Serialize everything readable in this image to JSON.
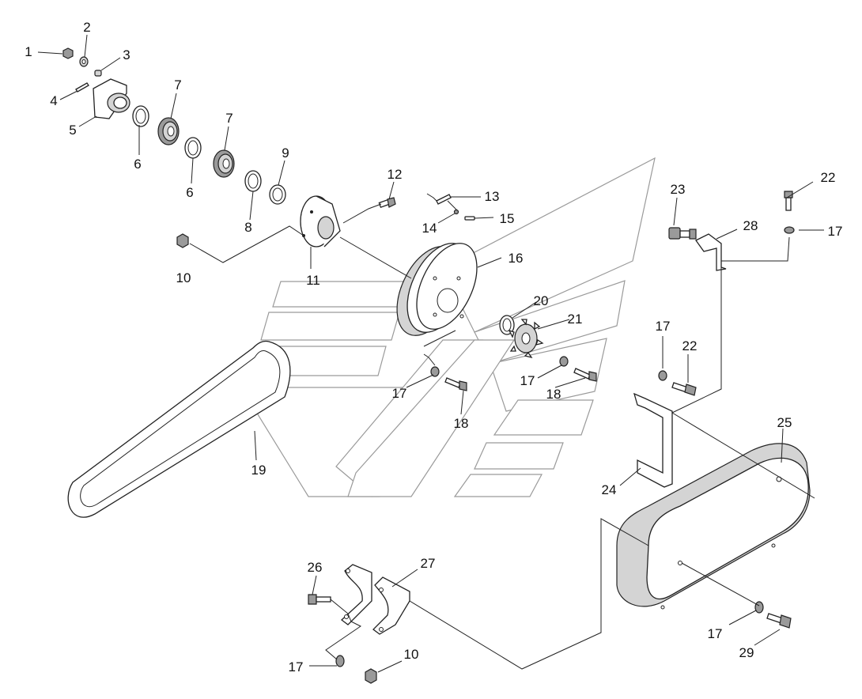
{
  "callouts": [
    {
      "id": "c1",
      "label": "1"
    },
    {
      "id": "c2",
      "label": "2"
    },
    {
      "id": "c3",
      "label": "3"
    },
    {
      "id": "c4",
      "label": "4"
    },
    {
      "id": "c5",
      "label": "5"
    },
    {
      "id": "c6a",
      "label": "6"
    },
    {
      "id": "c6b",
      "label": "6"
    },
    {
      "id": "c7a",
      "label": "7"
    },
    {
      "id": "c7b",
      "label": "7"
    },
    {
      "id": "c8",
      "label": "8"
    },
    {
      "id": "c9",
      "label": "9"
    },
    {
      "id": "c10a",
      "label": "10"
    },
    {
      "id": "c10b",
      "label": "10"
    },
    {
      "id": "c11",
      "label": "11"
    },
    {
      "id": "c12",
      "label": "12"
    },
    {
      "id": "c13",
      "label": "13"
    },
    {
      "id": "c14",
      "label": "14"
    },
    {
      "id": "c15",
      "label": "15"
    },
    {
      "id": "c16",
      "label": "16"
    },
    {
      "id": "c17a",
      "label": "17"
    },
    {
      "id": "c17b",
      "label": "17"
    },
    {
      "id": "c17c",
      "label": "17"
    },
    {
      "id": "c17d",
      "label": "17"
    },
    {
      "id": "c17e",
      "label": "17"
    },
    {
      "id": "c17f",
      "label": "17"
    },
    {
      "id": "c18a",
      "label": "18"
    },
    {
      "id": "c18b",
      "label": "18"
    },
    {
      "id": "c19",
      "label": "19"
    },
    {
      "id": "c20",
      "label": "20"
    },
    {
      "id": "c21",
      "label": "21"
    },
    {
      "id": "c22a",
      "label": "22"
    },
    {
      "id": "c22b",
      "label": "22"
    },
    {
      "id": "c23",
      "label": "23"
    },
    {
      "id": "c24",
      "label": "24"
    },
    {
      "id": "c25",
      "label": "25"
    },
    {
      "id": "c26",
      "label": "26"
    },
    {
      "id": "c27",
      "label": "27"
    },
    {
      "id": "c28",
      "label": "28"
    },
    {
      "id": "c29",
      "label": "29"
    }
  ]
}
